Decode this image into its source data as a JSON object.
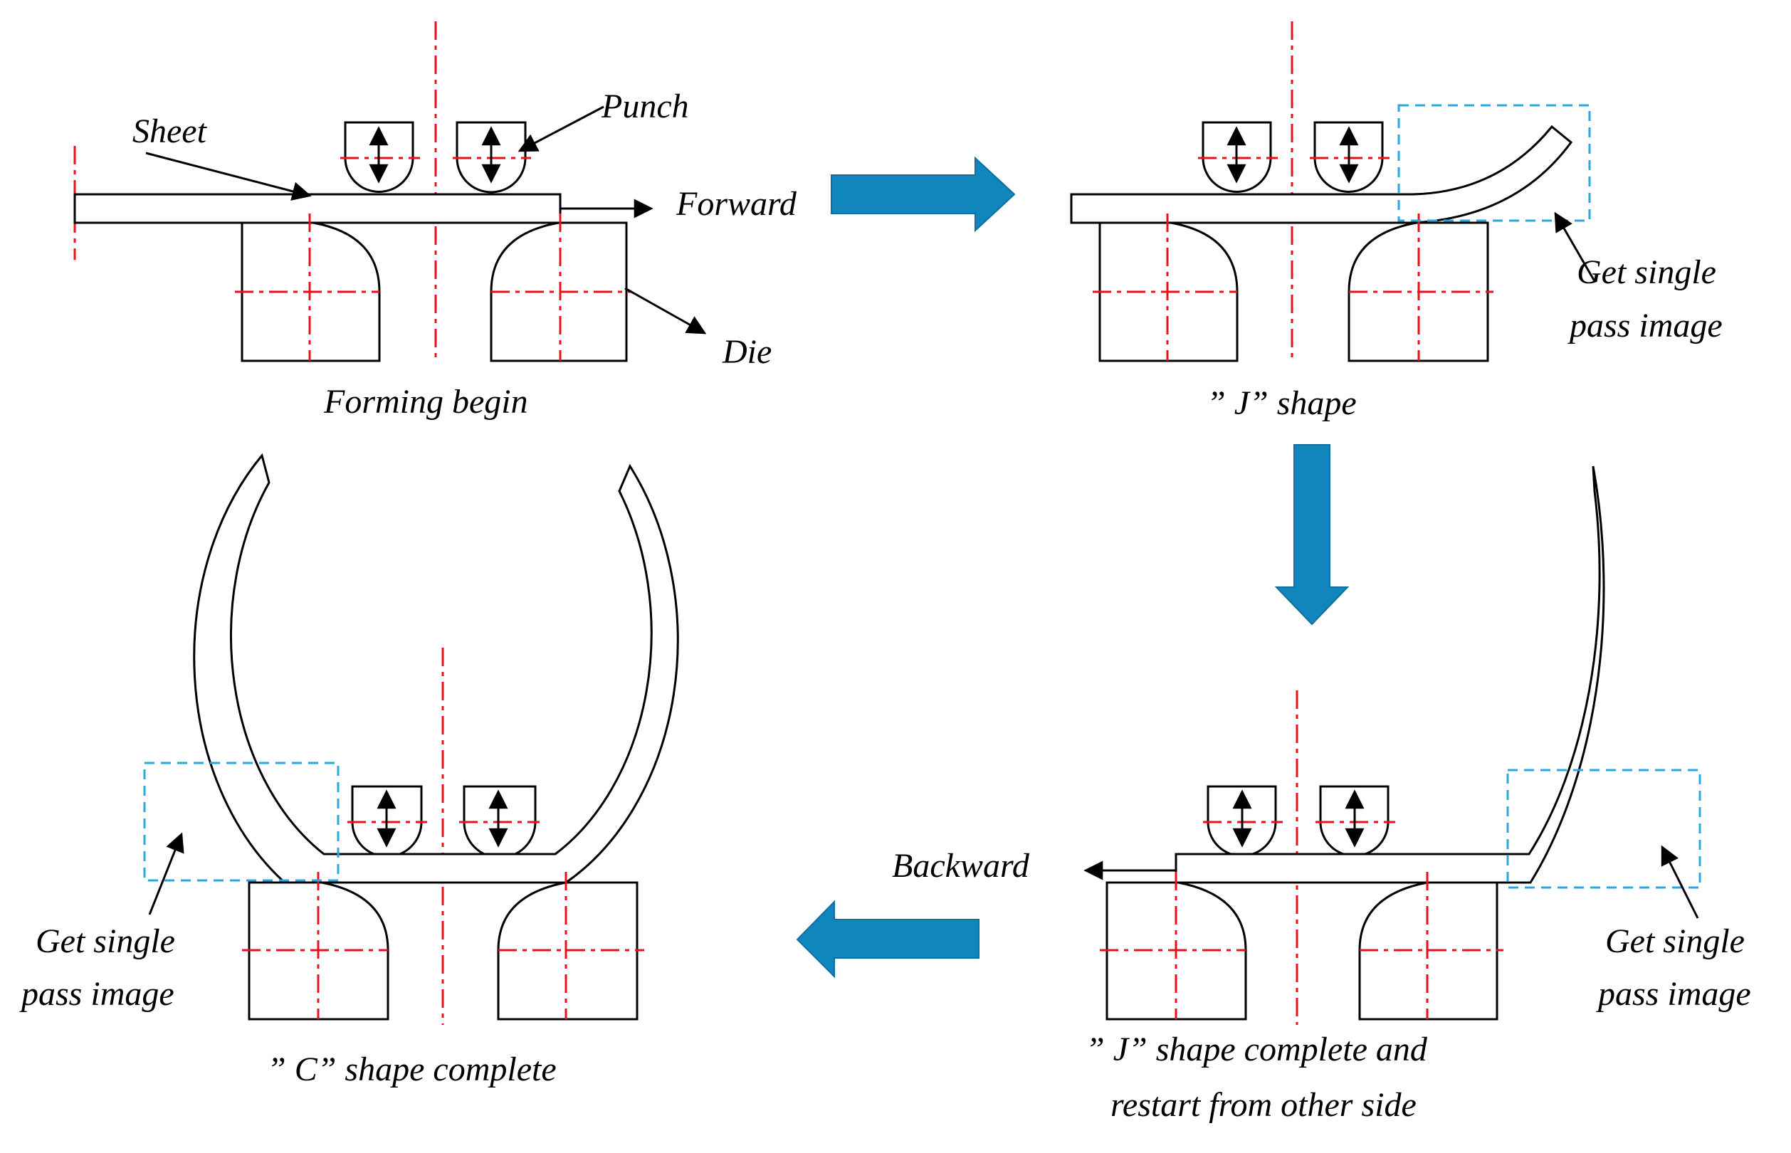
{
  "labels": {
    "sheet": "Sheet",
    "punch": "Punch",
    "forward": "Forward",
    "die": "Die",
    "forming_begin": "Forming begin",
    "j_shape": "” J”  shape",
    "get_single_1": "Get single",
    "pass_image_1": "pass image",
    "get_single_2": "Get single",
    "pass_image_2": "pass image",
    "get_single_3": "Get single",
    "pass_image_3": "pass image",
    "backward": "Backward",
    "j_complete_1": "” J”  shape complete and",
    "j_complete_2": "restart from other side",
    "c_complete": "” C”  shape complete"
  },
  "colors": {
    "centerline": "#e8101a",
    "capture_box": "#2aa7e0",
    "flow_arrow": "#1186bd"
  },
  "icons": {
    "stage_arrows": "block-arrow",
    "punch_motion": "double-headed-arrow"
  }
}
